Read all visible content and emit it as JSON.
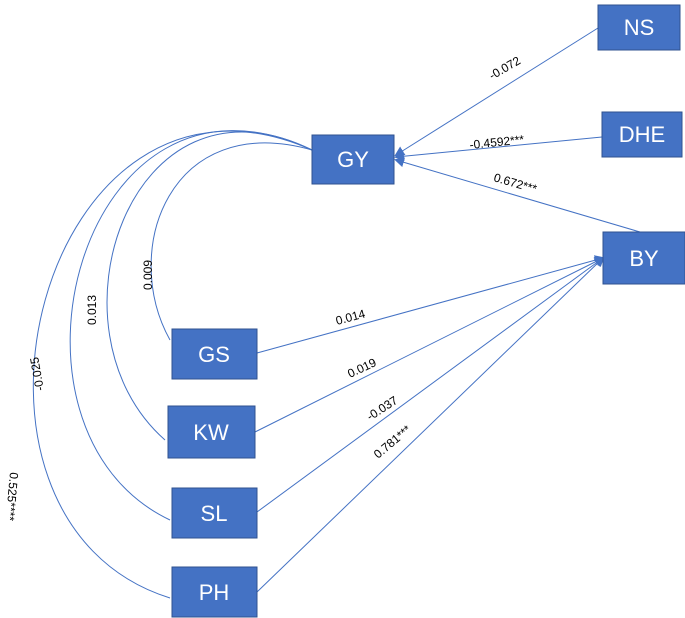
{
  "colors": {
    "node_fill": "#4472c4",
    "node_text": "#ffffff",
    "edge": "#4472c4",
    "label": "#000000"
  },
  "nodes": {
    "ns": "NS",
    "dhe": "DHE",
    "gy": "GY",
    "by": "BY",
    "gs": "GS",
    "kw": "KW",
    "sl": "SL",
    "ph": "PH"
  },
  "edges": {
    "ns_gy": "-0.072",
    "dhe_gy": "-0.4592***",
    "by_gy": "0.672***",
    "gs_by": "0.014",
    "kw_by": "0.019",
    "sl_by": "-0.037",
    "ph_by": "0.781***",
    "gy_gs": "0.009",
    "gy_kw": "0.013",
    "gy_sl": "-0.025",
    "gy_ph": "0.525****"
  }
}
